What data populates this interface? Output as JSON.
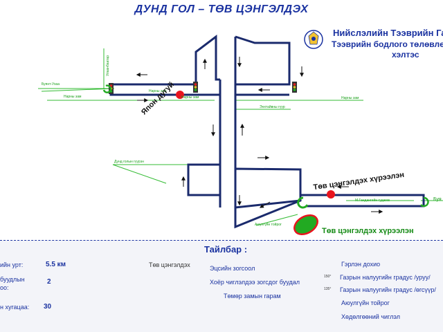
{
  "title": "ДУНД ГОЛ – ТӨВ ЦЭНГЭЛДЭХ",
  "org": {
    "line1": "Нийслэлийн Тээврийн Га",
    "line2": "Тээврийн бодлого төлөвлөл",
    "line3": "хэлтэс"
  },
  "streets": {
    "buyant_ukhaa": "Буянт-Ухаа",
    "narnii_zam_1": "Нарны зам",
    "narnii_zam_2": "Нарны зам",
    "narnii_zam_3": "Нарны зам",
    "narnii_zam_4": "Нарны зам",
    "enkh_taivan": "Энхтайвны гүүр",
    "dund_gol_guur": "Дунд голын гүүрэн",
    "gandan": "М.Гандангийн гудамж",
    "aiuulgui": "Аюулгүйн тойрог",
    "vertical_street": "Улаанбаатар",
    "right_edge": "Буя"
  },
  "labels": {
    "japan_circle": "Япон дугуй",
    "stadium_1": "Төв цэнгэлдэх хүрээлэн",
    "stadium_2": "Төв цэнгэлдэх хүрээлэн"
  },
  "legend": {
    "title": "Тайлбар :",
    "route_length_label": "ийн урт:",
    "route_length_value": "5.5 км",
    "stops_label_1": "буудлын",
    "stops_label_2": "оо:",
    "stops_value": "2",
    "interval_label": "н хугацаа:",
    "interval_value": "30",
    "stadium": "Төв цэнгэлдэх",
    "terminal": "Эцсийн зогсоол",
    "two_way": "Хоёр чиглэлдээ зогсдог буудал",
    "railway": "Төмөр замын гарам",
    "traffic_light": "Гэрлэн дохио",
    "grade_up_prefix": "150°",
    "grade_up": "Газрын налуугийн градус /уруу/",
    "grade_down_prefix": "135°",
    "grade_down": "Газрын налуугийн градус /өгсүүр/",
    "safety_ring": "Аюулгүйн тойрог",
    "direction": "Хөдөлгөөний чиглэл"
  },
  "colors": {
    "route": "#1a2a6c",
    "street": "#33bb33",
    "title": "#1a32a0",
    "stop": "#e8141e",
    "stadium": "#22aa22"
  },
  "icons": [
    "traffic-light-icon",
    "roundabout-icon",
    "stop-marker-icon",
    "stadium-icon",
    "railway-crossing-icon",
    "direction-arrow-icon",
    "emblem-icon"
  ]
}
